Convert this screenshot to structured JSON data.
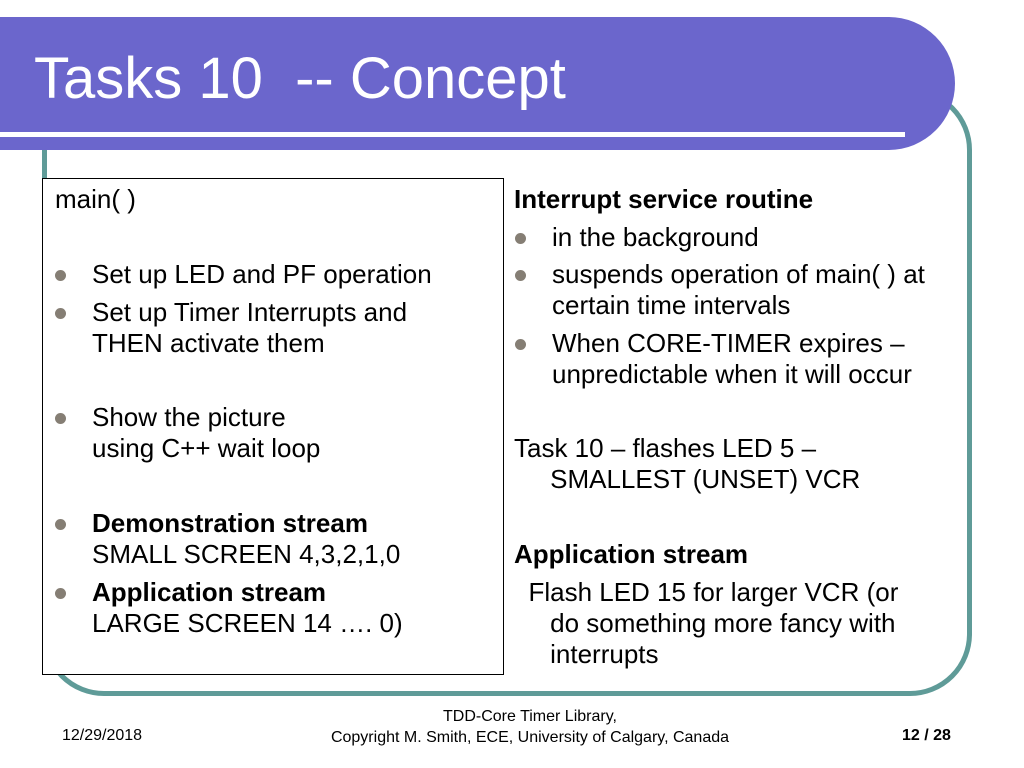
{
  "title": "Tasks 10  -- Concept",
  "left": {
    "heading": "main( )",
    "items": [
      {
        "text": "Set up LED and PF operation"
      },
      {
        "text": "Set up Timer Interrupts and\nTHEN activate them"
      },
      {
        "text": "Show the picture\nusing C++ wait loop"
      },
      {
        "bold": "Demonstration stream",
        "text": "SMALL SCREEN 4,3,2,1,0"
      },
      {
        "bold": "Application stream",
        "text": "LARGE SCREEN 14 …. 0)"
      }
    ]
  },
  "right": {
    "heading": "Interrupt service routine",
    "items": [
      {
        "text": "in the background"
      },
      {
        "text": "suspends operation of main( ) at\ncertain time intervals"
      },
      {
        "text": "When CORE-TIMER expires –\nunpredictable when it will occur"
      }
    ],
    "task_line": "Task 10 – flashes LED 5 –\n     SMALLEST (UNSET) VCR",
    "app_heading": "Application stream",
    "app_text": "  Flash LED 15 for larger VCR (or\n     do something more fancy with\n     interrupts"
  },
  "footer": {
    "date": "12/29/2018",
    "line1": "TDD-Core Timer Library,",
    "line2": "Copyright M. Smith, ECE, University of Calgary, Canada",
    "page": "12 / 28"
  },
  "colors": {
    "banner": "#6b66cc",
    "frame": "#5f9b98",
    "bullet": "#857e74"
  }
}
